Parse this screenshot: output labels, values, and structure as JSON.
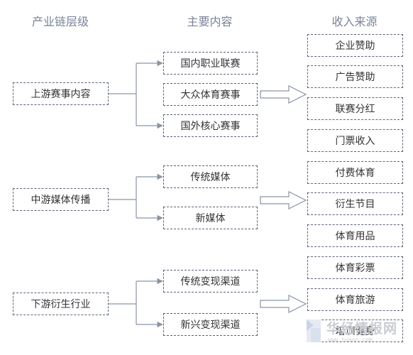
{
  "headers": {
    "level": "产业链层级",
    "content": "主要内容",
    "revenue": "收入来源"
  },
  "levels": [
    {
      "label": "上游赛事内容",
      "contents": [
        "国内职业联赛",
        "大众体育赛事",
        "国外核心赛事"
      ],
      "revenues": [
        "企业赞助",
        "广告赞助",
        "联赛分红",
        "门票收入"
      ]
    },
    {
      "label": "中游媒体传播",
      "contents": [
        "传统媒体",
        "新媒体"
      ],
      "revenues": [
        "付费体育",
        "衍生节目"
      ]
    },
    {
      "label": "下游衍生行业",
      "contents": [
        "传统变现渠道",
        "新兴变现渠道"
      ],
      "revenues": [
        "体育用品",
        "体育彩票",
        "体育旅游",
        "培训健身"
      ]
    }
  ],
  "colors": {
    "border": "#5a6478",
    "line": "#8a93a6",
    "header": "#7a8398",
    "text": "#333333"
  },
  "watermark": {
    "text": "华经情报网",
    "url": "www.huaon.com"
  }
}
